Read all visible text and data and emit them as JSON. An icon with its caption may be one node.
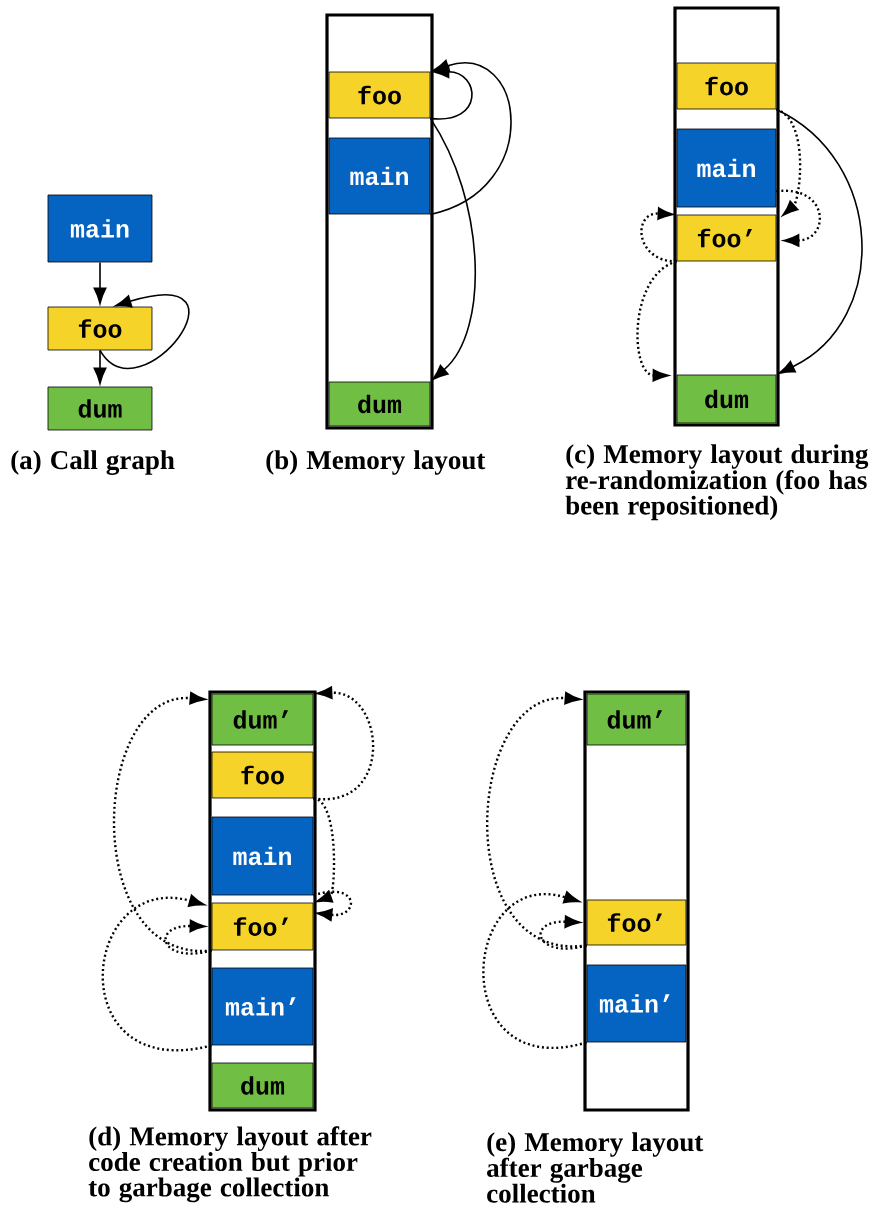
{
  "diagram": {
    "nodes": [
      {
        "text": [
          "main"
        ]
      },
      {
        "text": [
          "foo"
        ]
      },
      {
        "text": [
          "dum"
        ]
      },
      {
        "text": [],
        "shape": "box"
      },
      {
        "text": [
          "foo"
        ],
        "in": 3
      },
      {
        "text": [
          "main"
        ],
        "in": 3
      },
      {
        "text": [
          "dum"
        ],
        "in": 3
      },
      {
        "text": [],
        "shape": "box"
      },
      {
        "text": [
          "foo"
        ],
        "in": 7
      },
      {
        "text": [
          "main"
        ],
        "in": 7
      },
      {
        "text": [
          "foo’"
        ],
        "in": 7
      },
      {
        "text": [
          "dum"
        ],
        "in": 7
      },
      {
        "text": [],
        "shape": "box"
      },
      {
        "text": [
          "dum’"
        ],
        "in": 12
      },
      {
        "text": [
          "foo"
        ],
        "in": 12
      },
      {
        "text": [
          "main"
        ],
        "in": 12
      },
      {
        "text": [
          "foo’"
        ],
        "in": 12
      },
      {
        "text": [
          "main’"
        ],
        "in": 12
      },
      {
        "text": [
          "dum"
        ],
        "in": 12
      },
      {
        "text": [],
        "shape": "box"
      },
      {
        "text": [
          "dum’"
        ],
        "in": 19
      },
      {
        "text": [
          "foo’"
        ],
        "in": 19
      },
      {
        "text": [
          "main’"
        ],
        "in": 19
      }
    ],
    "edges": [
      {
        "from": 0,
        "to": 1,
        "arrow": "to"
      },
      {
        "from": 1,
        "to": 1,
        "arrow": "to"
      },
      {
        "from": 1,
        "to": 2,
        "arrow": "to"
      },
      {
        "from": 4,
        "to": 4,
        "arrow": "to"
      },
      {
        "from": 5,
        "to": 4,
        "arrow": "to"
      },
      {
        "from": 4,
        "to": 6,
        "arrow": "to"
      },
      {
        "from": 8,
        "to": 11,
        "arrow": "to"
      },
      {
        "from": 8,
        "to": 10,
        "arrow": "to",
        "style": "dashed"
      },
      {
        "from": 9,
        "to": 10,
        "arrow": "to",
        "style": "dashed"
      },
      {
        "from": 10,
        "to": 10,
        "arrow": "to",
        "style": "dashed"
      },
      {
        "from": 10,
        "to": 11,
        "arrow": "to",
        "style": "dashed"
      },
      {
        "from": 14,
        "to": 13,
        "arrow": "to",
        "style": "dashed"
      },
      {
        "from": 14,
        "to": 16,
        "arrow": "to",
        "style": "dashed"
      },
      {
        "from": 15,
        "to": 16,
        "arrow": "to",
        "style": "dashed"
      },
      {
        "from": 16,
        "to": 13,
        "arrow": "to",
        "style": "dashed"
      },
      {
        "from": 16,
        "to": 16,
        "arrow": "to",
        "style": "dashed"
      },
      {
        "from": 17,
        "to": 16,
        "arrow": "to",
        "style": "dashed"
      },
      {
        "from": 21,
        "to": 20,
        "arrow": "to",
        "style": "dashed"
      },
      {
        "from": 21,
        "to": 21,
        "arrow": "to",
        "style": "dashed"
      },
      {
        "from": 22,
        "to": 21,
        "arrow": "to",
        "style": "dashed"
      }
    ],
    "labels": [
      "(a) Call graph",
      "(b) Memory layout",
      "(c) Memory layout during re-randomization (foo has been repositioned)",
      "(d) Memory layout after code creation but prior to garbage collection",
      "(e) Memory layout after garbage collection"
    ]
  }
}
